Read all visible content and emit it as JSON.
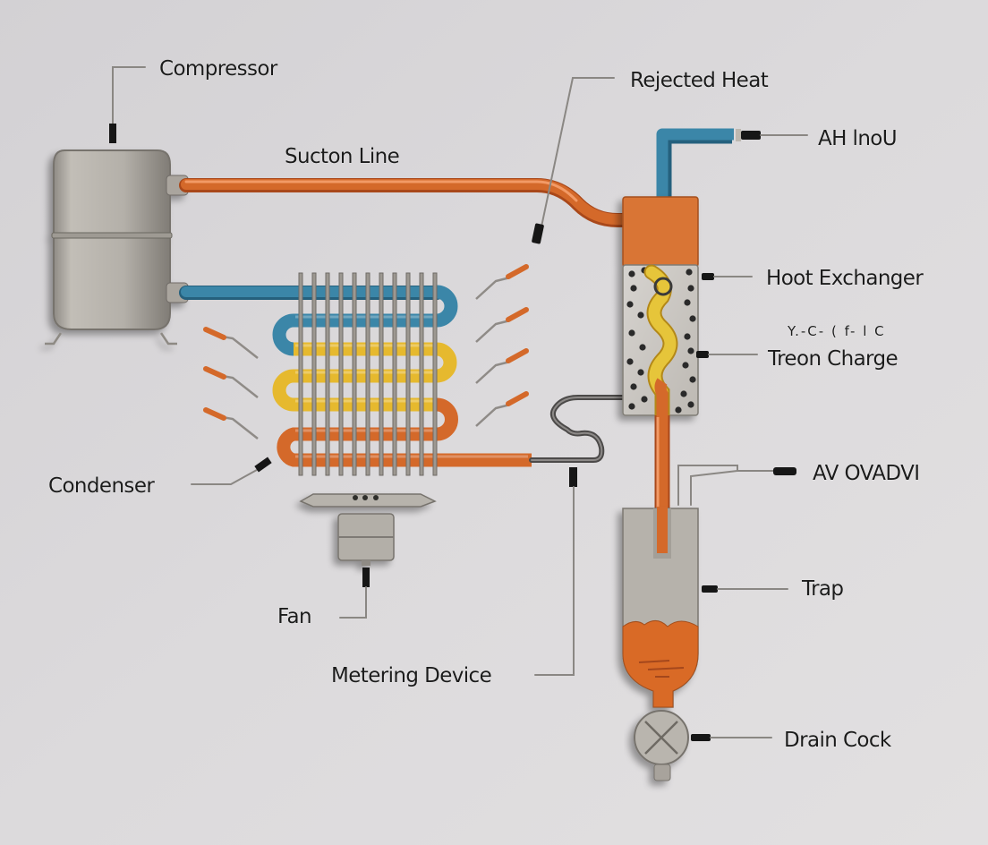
{
  "diagram": {
    "type": "refrigeration-cycle-schematic",
    "labels": {
      "compressor": "Compressor",
      "suction_line": "Sucton Line",
      "rejected_heat": "Rejected Heat",
      "air_input": "AH lnoU",
      "heat_exchanger": "Hoot Exchanger",
      "garbled_note": "Y.-C- ( f- l C",
      "freon_charge": "Treon Charge",
      "air_output": "AV OVADVI",
      "condenser": "Condenser",
      "fan": "Fan",
      "metering_device": "Metering Device",
      "trap": "Trap",
      "drain_cock": "Drain Cock"
    },
    "components": [
      {
        "id": "compressor",
        "label": "Compressor"
      },
      {
        "id": "condenser-coil",
        "label": "Condenser",
        "passes": 6,
        "fins": 11
      },
      {
        "id": "fan",
        "label": "Fan"
      },
      {
        "id": "metering-device",
        "label": "Metering Device"
      },
      {
        "id": "heat-exchanger",
        "label": "Hoot Exchanger"
      },
      {
        "id": "trap",
        "label": "Trap"
      },
      {
        "id": "drain-cock",
        "label": "Drain Cock"
      }
    ],
    "colors": {
      "background": "#d9d7d9",
      "hot_pipe": "#d4692a",
      "cold_pipe": "#3b86a8",
      "warm_pipe": "#e6b92e",
      "metal": "#b6b2ab",
      "label_text": "#1b1b1b"
    }
  }
}
